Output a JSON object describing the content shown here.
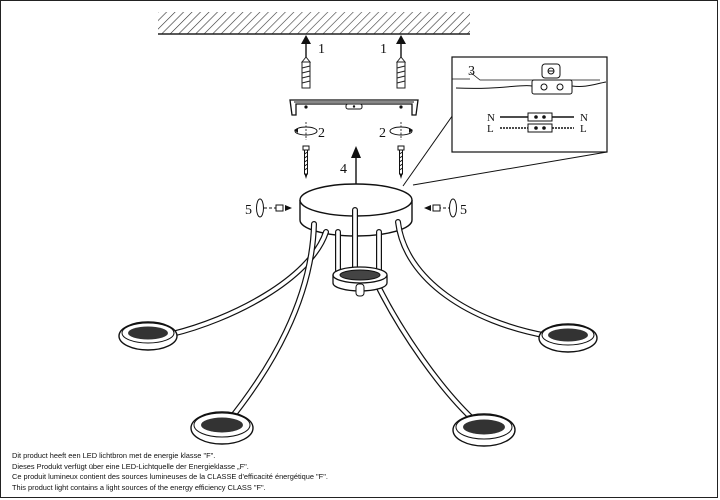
{
  "steps": {
    "s1_left": "1",
    "s1_right": "1",
    "s2_left": "2",
    "s2_right": "2",
    "s3": "3",
    "s4": "4",
    "s5_left": "5",
    "s5_right": "5"
  },
  "wiring": {
    "n_left": "N",
    "n_right": "N",
    "l_left": "L",
    "l_right": "L"
  },
  "notes": [
    "Dit product heeft een LED lichtbron met de energie klasse \"F\".",
    "Dieses Produkt verfügt über eine LED-Lichtquelle der Energieklasse „F\".",
    "Ce produit lumineux contient des sources lumineuses de la CLASSE d'efficacité énergétique \"F\".",
    "This product light contains a light sources of the energy efficiency CLASS \"F\"."
  ]
}
